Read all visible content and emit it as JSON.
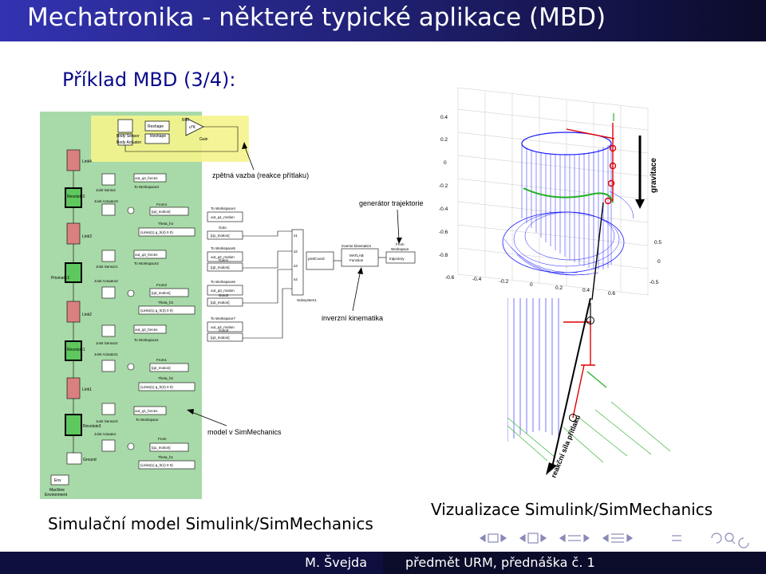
{
  "slide": {
    "title": "Mechatronika - některé typické aplikace (MBD)",
    "subtitle": "Příklad MBD (3/4):"
  },
  "left_figure": {
    "caption": "Simulační model Simulink/SimMechanics",
    "annotations": {
      "feedback": "zpětná vazba (reakce přítlaku)",
      "generator": "generátor trajektorie",
      "inverse": "inverzní kinematika",
      "model": "model v SimMechanics"
    },
    "blocks": {
      "r40": "R40",
      "reshape": "Reshape",
      "ku": "u*K",
      "body_sensor": "Body Sensor",
      "body_actuator": "Body Actuator",
      "reshape2": "Reshape",
      "gain": "Gain",
      "link4": "Link4",
      "out_q4_forces": "out_q4_forces",
      "to_ws3": "To Workspace3",
      "joint_sensor": "Joint Sensor",
      "revolute2": "Revolute2",
      "joint_actuator3": "Joint Actuator3",
      "from4": "From4",
      "q4_motion": "[q4_motion]",
      "theta_h4": "Theta_h4",
      "links_q_h4": "(Links(1).q_h(4)  0  0)",
      "link3": "Link3",
      "out_q3_forces": "out_q3_forces",
      "to_ws2": "To Workspace2",
      "joint_sensor1": "Joint Sensor1",
      "prismatic1": "Prismatic1",
      "joint_actuator2": "Joint Actuator2",
      "from2": "From2",
      "q3_motion": "[q3_motion]",
      "theta_h3": "Theta_h3",
      "links_q_h3": "(Links(1).q_h(3)  0  0)",
      "link2": "Link2",
      "out_q2_forces": "out_q2_forces",
      "to_ws1": "To Workspace1",
      "joint_sensor2": "Joint Sensor2",
      "revolute1": "Revolute1",
      "joint_actuator1": "Joint Actuator1",
      "from1": "From1",
      "q2_motion": "[q2_motion]",
      "theta_h2": "Theta_h2",
      "links_q_h2": "(Links(1).q_h(2)  0  0)",
      "link1": "Link1",
      "out_q1_forces": "out_q1_forces",
      "to_ws": "To Workspace",
      "joint_sensor3": "Joint Sensor3",
      "revolute3": "Revolute3",
      "joint_actuator": "Joint Actuator",
      "from": "From",
      "q1_motion": "[q1_motion]",
      "theta_h1": "Theta_h1",
      "links_q_h1": "(Links(1).q_h(1)  0  0)",
      "ground": "Ground",
      "env": "Env",
      "machine_env": "Machine",
      "machine_env2": "Environment",
      "to_ws4": "To Workspace4",
      "out_q1_motion": "out_q1_motion",
      "goto": "Goto",
      "q1_motion_g": "[q1_motion]",
      "to_ws5": "To Workspace5",
      "out_q2_motion": "out_q2_motion",
      "goto1": "Goto1",
      "q2_motion_g": "[q2_motion]",
      "to_ws6": "To Workspace6",
      "out_q3_motion": "out_q3_motion",
      "goto2": "Goto2",
      "q3_motion_g": "[q3_motion]",
      "to_ws7": "To Workspace7",
      "out_q4_motion": "out_q4_motion",
      "goto3": "Goto3",
      "q4_motion_g": "[q4_motion]",
      "s1": "s1",
      "s2": "s2",
      "s3": "s3",
      "s4": "s4",
      "jointcoord": "jointCoord",
      "subsystem1": "Subsystem1",
      "inv_kin": "inverse kinematics",
      "matlab": "MATLAB",
      "function": "Function",
      "from_ws": "From",
      "from_ws2": "Workspace",
      "trajectory": "trajectory"
    }
  },
  "right_figure": {
    "caption": "Vizualizace Simulink/SimMechanics",
    "labels": {
      "gravity": "gravitace",
      "reaction": "reakční síla přítlaku"
    },
    "ticks_z": [
      "0.4",
      "0.2",
      "0",
      "-0.2",
      "-0.4",
      "-0.6",
      "-0.8"
    ],
    "ticks_x": [
      "-0.6",
      "-0.4",
      "-0.2",
      "0",
      "0.2",
      "0.4",
      "0.6"
    ],
    "ticks_y": [
      "0.5",
      "0",
      "-0.5"
    ]
  },
  "footer": {
    "author": "M. Švejda",
    "course": "předmět URM, přednáška č. 1"
  },
  "colors": {
    "title_bar": "#3333b2",
    "subtitle": "#0a0a8c",
    "simulink_panel": "#a8d9a8",
    "highlight": "#f4f48c",
    "cylinder": "#1a1aff",
    "footer": "#0e0e3f"
  }
}
